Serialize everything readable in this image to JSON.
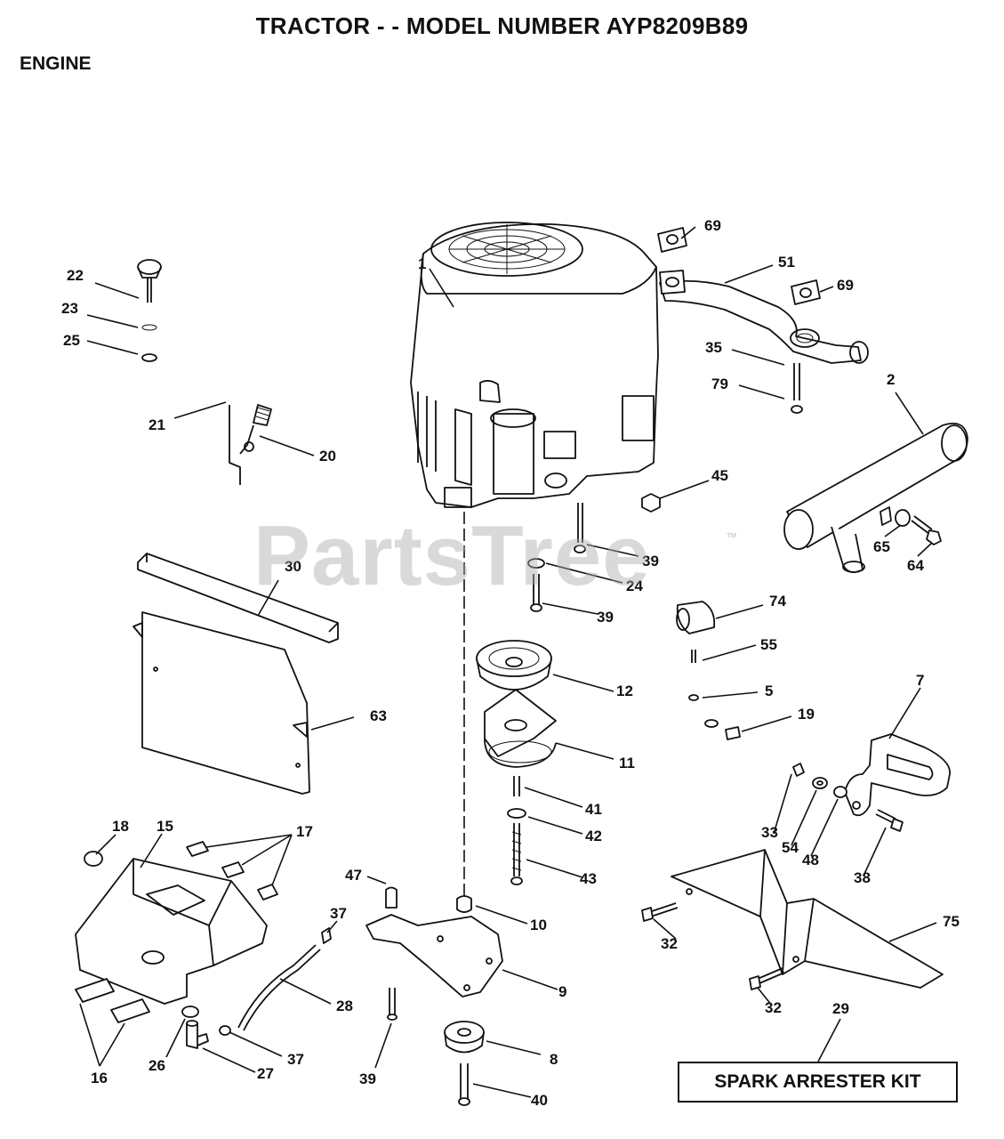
{
  "header": {
    "title": "TRACTOR - - MODEL NUMBER AYP8209B89",
    "section": "ENGINE"
  },
  "watermark": {
    "text": "PartsTree",
    "trademark": "™"
  },
  "kit_label": "SPARK ARRESTER KIT",
  "callouts": {
    "c1": "1",
    "c2": "2",
    "c5": "5",
    "c7": "7",
    "c8": "8",
    "c9": "9",
    "c10": "10",
    "c11": "11",
    "c12": "12",
    "c15": "15",
    "c16": "16",
    "c17": "17",
    "c18": "18",
    "c19": "19",
    "c20": "20",
    "c21": "21",
    "c22": "22",
    "c23": "23",
    "c24": "24",
    "c25": "25",
    "c26": "26",
    "c27": "27",
    "c28": "28",
    "c29": "29",
    "c30": "30",
    "c32a": "32",
    "c32b": "32",
    "c33": "33",
    "c35": "35",
    "c37a": "37",
    "c37b": "37",
    "c38": "38",
    "c39a": "39",
    "c39b": "39",
    "c39c": "39",
    "c40": "40",
    "c41": "41",
    "c42": "42",
    "c43": "43",
    "c45": "45",
    "c47": "47",
    "c48": "48",
    "c51": "51",
    "c54": "54",
    "c55": "55",
    "c63": "63",
    "c64": "64",
    "c65": "65",
    "c69a": "69",
    "c69b": "69",
    "c74": "74",
    "c75": "75",
    "c79": "79"
  },
  "colors": {
    "ink": "#111111",
    "watermark": "#aaaaaa",
    "background": "#ffffff"
  }
}
